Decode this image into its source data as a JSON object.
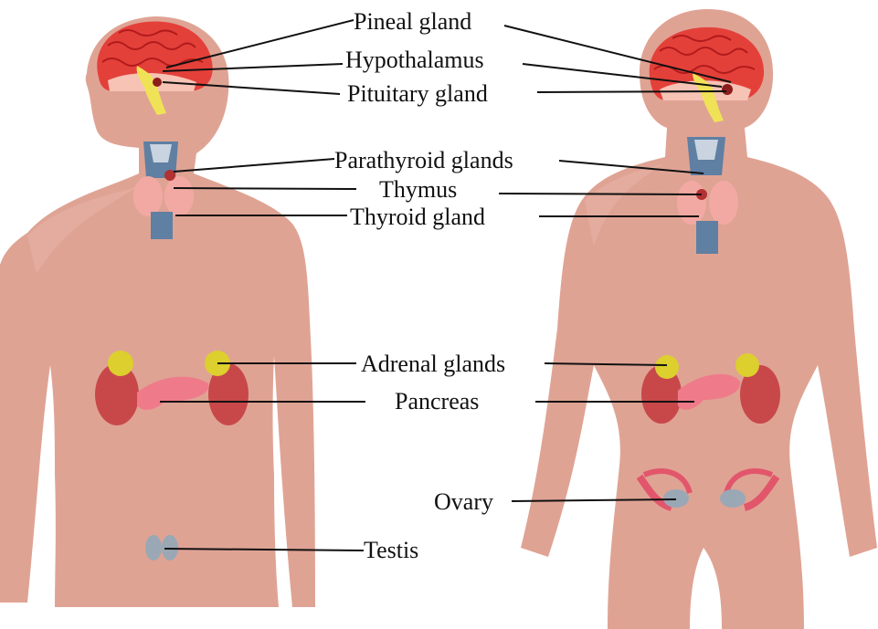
{
  "colors": {
    "skin": "#dfa394",
    "skin_shade": "#d29585",
    "brain": "#e4403a",
    "brain_fold": "#b21b1b",
    "brain_inner": "#f6c3b5",
    "stem": "#f0e257",
    "gland_yellow": "#dccf2e",
    "thyroid_pink": "#f3a9a3",
    "trachea_blue": "#5f7fa3",
    "kidney": "#c8484a",
    "pancreas": "#ef7b8a",
    "gonad": "#9aa8b5",
    "leader": "#111111"
  },
  "labels": {
    "pineal": "Pineal gland",
    "hypothalamus": "Hypothalamus",
    "pituitary": "Pituitary gland",
    "parathyroid": "Parathyroid glands",
    "thymus": "Thymus",
    "thyroid": "Thyroid gland",
    "adrenal": "Adrenal glands",
    "pancreas": "Pancreas",
    "ovary": "Ovary",
    "testis": "Testis"
  }
}
